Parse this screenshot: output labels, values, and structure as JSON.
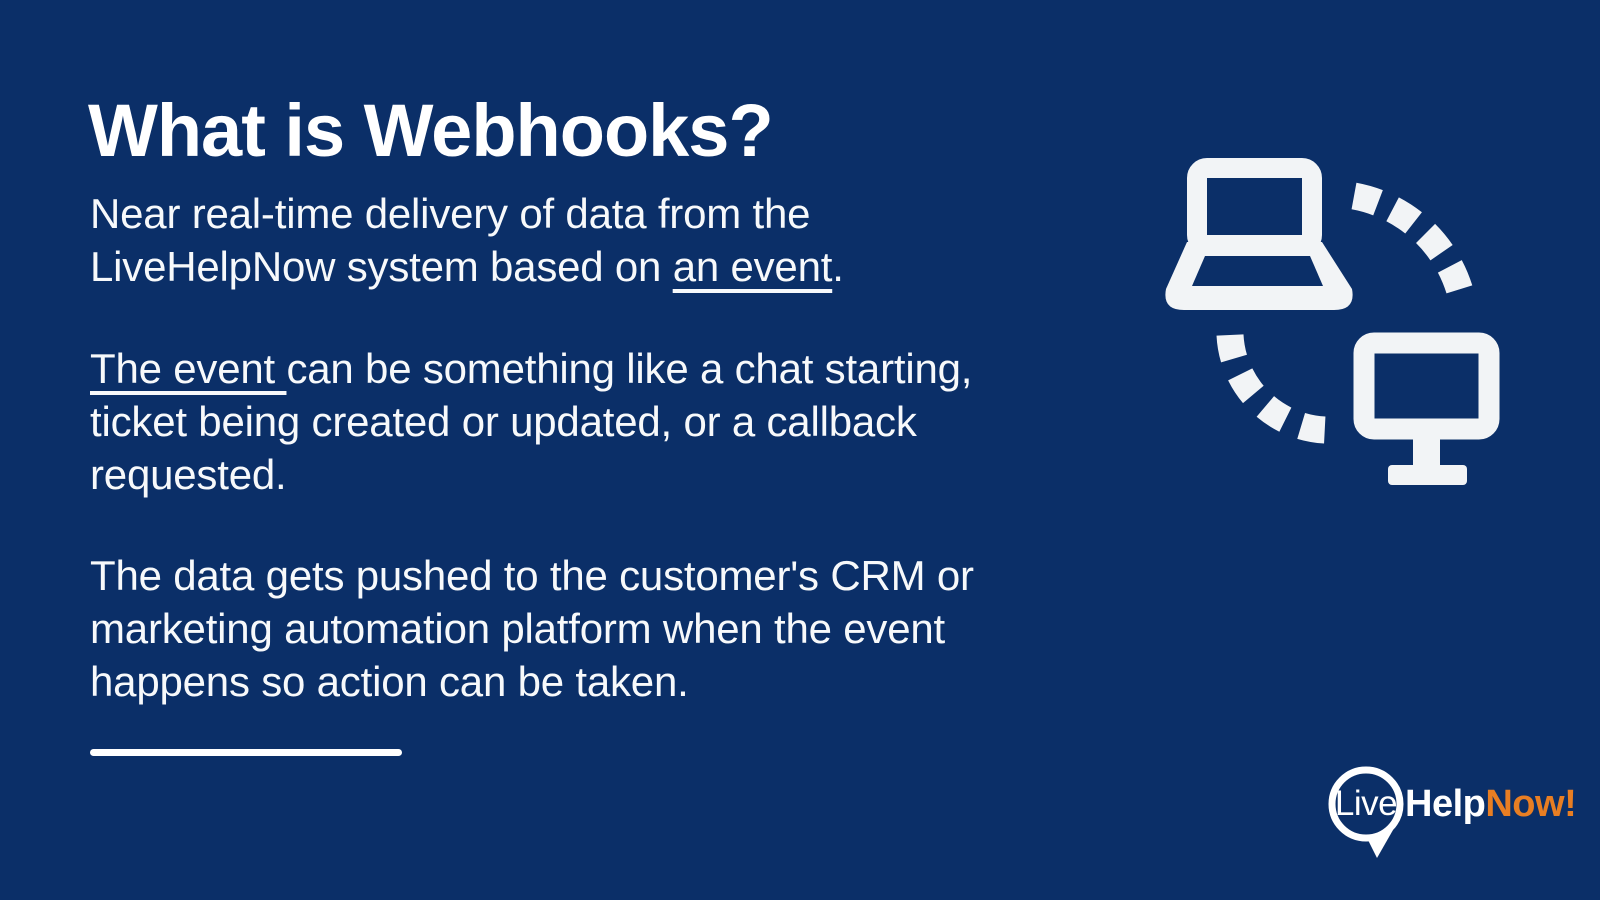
{
  "slide": {
    "title": "What is Webhooks?",
    "paragraph1": {
      "line1": "Near real-time delivery of data from the",
      "line2_pre": "LiveHelpNow system based on ",
      "line2_underlined": "an event",
      "line2_post": "."
    },
    "paragraph2": {
      "line1_underlined": "The event ",
      "line1_post": "can be something like a chat starting,",
      "line2": "ticket being created or updated, or a callback",
      "line3": "requested."
    },
    "paragraph3": {
      "line1": "The data gets pushed to the customer's CRM or",
      "line2": "marketing automation platform when the event",
      "line3": "happens so action can be taken."
    }
  },
  "icons": {
    "data_transfer": "laptop-and-monitor-connected-by-dotted-arcs",
    "speech_bubble": "livehelpnow-chat-bubble"
  },
  "logo": {
    "live": "Live",
    "help": "Help",
    "now": "Now!"
  },
  "colors": {
    "background": "#0B2F68",
    "text": "#F7F9FB",
    "icon": "#F2F4F6",
    "logo_orange": "#E87E23",
    "white": "#FFFFFF"
  }
}
